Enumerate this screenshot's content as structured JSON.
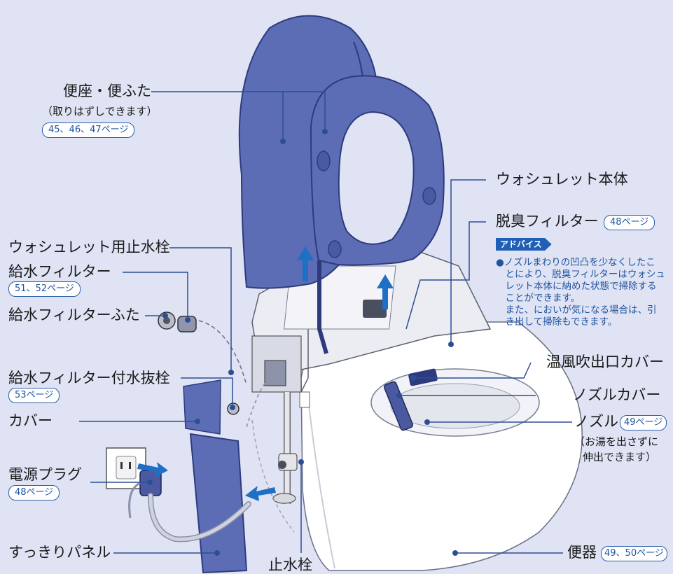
{
  "labels": {
    "seat_lid": "便座・便ふた",
    "seat_lid_note": "（取りはずしできます）",
    "seat_lid_pages": "45、46、47ページ",
    "washlet_stopcock": "ウォシュレット用止水栓",
    "water_filter": "給水フィルター",
    "water_filter_pages": "51、52ページ",
    "water_filter_cap": "給水フィルターふた",
    "drain_plug": "給水フィルター付水抜栓",
    "drain_plug_pages": "53ページ",
    "cover": "カバー",
    "power_plug": "電源プラグ",
    "power_plug_pages": "48ページ",
    "panel": "すっきりパネル",
    "stopcock": "止水栓",
    "washlet_body": "ウォシュレット本体",
    "deodorant_filter": "脱臭フィルター",
    "deodorant_filter_pages": "48ページ",
    "warm_air_cover": "温風吹出口カバー",
    "nozzle_cover": "ノズルカバー",
    "nozzle": "ノズル",
    "nozzle_pages": "49ページ",
    "nozzle_note_1": "（お湯を出さずに",
    "nozzle_note_2": "伸出できます）",
    "bowl": "便器",
    "bowl_pages": "49、50ページ"
  },
  "advice": {
    "tag": "アドバイス",
    "lines": [
      "●ノズルまわりの凹凸を少なくしたこ",
      "　とにより、脱臭フィルターはウォシュ",
      "　レット本体に納めた状態で掃除する",
      "　ことができます。",
      "　また、においが気になる場合は、引",
      "　き出して掃除もできます。"
    ]
  },
  "colors": {
    "background": "#dfe3f4",
    "part_blue": "#5c6db5",
    "part_blue_dark": "#2d3b7e",
    "leader": "#2c4f94",
    "arrow": "#1f6fc4"
  }
}
